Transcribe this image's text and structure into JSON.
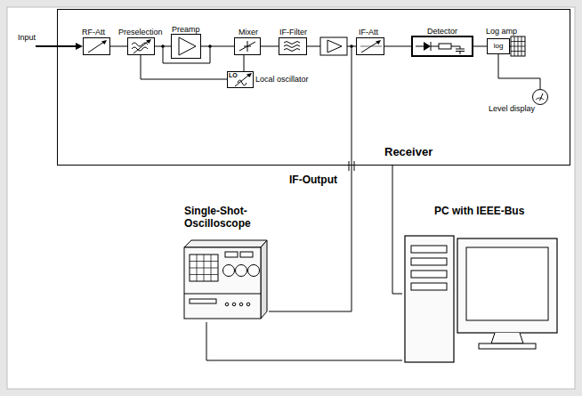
{
  "diagram": {
    "nodes": [
      {
        "text": [
          "Receiver"
        ]
      },
      {
        "text": [
          "RF-Att"
        ],
        "in": 0
      },
      {
        "text": [
          "Preselection"
        ],
        "in": 0
      },
      {
        "text": [
          "Preamp"
        ],
        "in": 0
      },
      {
        "text": [
          "Mixer"
        ],
        "in": 0
      },
      {
        "text": [
          "IF-Filter"
        ],
        "in": 0
      },
      {
        "text": [
          "IF-Att"
        ],
        "in": 0
      },
      {
        "text": [
          "Detector"
        ],
        "in": 0
      },
      {
        "text": [
          "Log amp",
          "log"
        ],
        "in": 0
      },
      {
        "text": [
          "Level display"
        ],
        "in": 0
      },
      {
        "text": [
          "LO",
          "Local oscillator"
        ],
        "in": 0
      },
      {
        "text": [
          "Single-Shot- Oscilloscope"
        ]
      },
      {
        "text": [
          "PC with IEEE-Bus"
        ]
      }
    ],
    "edges": [
      {
        "from": 1,
        "to": 2,
        "arrow": "none"
      },
      {
        "from": 2,
        "to": 3,
        "arrow": "none"
      },
      {
        "from": 3,
        "to": 4,
        "arrow": "none"
      },
      {
        "from": 4,
        "to": 5,
        "arrow": "none"
      },
      {
        "from": 5,
        "to": 6,
        "arrow": "none"
      },
      {
        "from": 6,
        "to": 7,
        "arrow": "none"
      },
      {
        "from": 7,
        "to": 8,
        "arrow": "none"
      },
      {
        "from": 8,
        "to": 9,
        "arrow": "none"
      },
      {
        "from": 10,
        "to": 4,
        "arrow": "none"
      },
      {
        "from": 10,
        "to": 2,
        "arrow": "none"
      },
      {
        "from": 0,
        "to": 12,
        "arrow": "none"
      },
      {
        "from": 11,
        "to": 12,
        "arrow": "none"
      }
    ],
    "labels": [
      "Input",
      "IF-Output"
    ]
  }
}
